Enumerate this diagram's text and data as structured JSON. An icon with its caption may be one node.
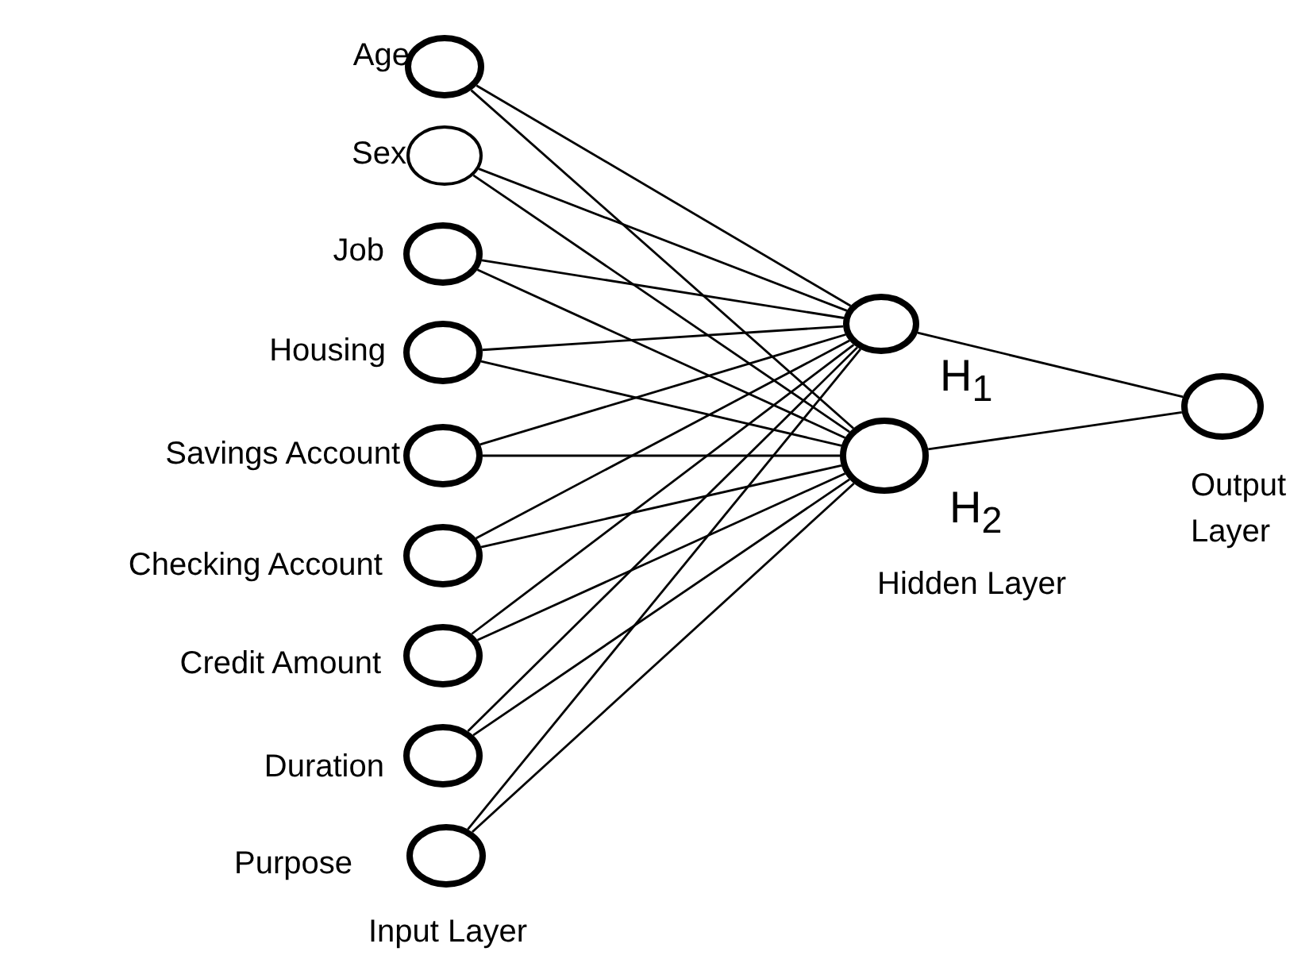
{
  "diagram": {
    "nodes": [
      {
        "text": [],
        "shape": "circle",
        "beside": [
          "Age"
        ]
      },
      {
        "text": [],
        "shape": "circle",
        "beside": [
          "Sex"
        ]
      },
      {
        "text": [],
        "shape": "circle",
        "beside": [
          "Job"
        ]
      },
      {
        "text": [],
        "shape": "circle",
        "beside": [
          "Housing"
        ]
      },
      {
        "text": [],
        "shape": "circle",
        "beside": [
          "Savings Account"
        ]
      },
      {
        "text": [],
        "shape": "circle",
        "beside": [
          "Checking Account"
        ]
      },
      {
        "text": [],
        "shape": "circle",
        "beside": [
          "Credit Amount"
        ]
      },
      {
        "text": [],
        "shape": "circle",
        "beside": [
          "Duration"
        ]
      },
      {
        "text": [],
        "shape": "circle",
        "beside": [
          "Purpose"
        ]
      },
      {
        "text": [],
        "shape": "circle",
        "beside": [
          "H$_{1}$"
        ]
      },
      {
        "text": [],
        "shape": "circle",
        "beside": [
          "H$_{2}$"
        ]
      },
      {
        "text": [],
        "shape": "circle",
        "beside": [
          "Output Layer"
        ]
      }
    ],
    "edges": [
      {
        "from": 0,
        "to": 9,
        "arrow": "none"
      },
      {
        "from": 0,
        "to": 10,
        "arrow": "none"
      },
      {
        "from": 1,
        "to": 9,
        "arrow": "none"
      },
      {
        "from": 1,
        "to": 10,
        "arrow": "none"
      },
      {
        "from": 2,
        "to": 9,
        "arrow": "none"
      },
      {
        "from": 2,
        "to": 10,
        "arrow": "none"
      },
      {
        "from": 3,
        "to": 9,
        "arrow": "none"
      },
      {
        "from": 3,
        "to": 10,
        "arrow": "none"
      },
      {
        "from": 4,
        "to": 9,
        "arrow": "none"
      },
      {
        "from": 4,
        "to": 10,
        "arrow": "none"
      },
      {
        "from": 5,
        "to": 9,
        "arrow": "none"
      },
      {
        "from": 5,
        "to": 10,
        "arrow": "none"
      },
      {
        "from": 6,
        "to": 9,
        "arrow": "none"
      },
      {
        "from": 6,
        "to": 10,
        "arrow": "none"
      },
      {
        "from": 7,
        "to": 9,
        "arrow": "none"
      },
      {
        "from": 7,
        "to": 10,
        "arrow": "none"
      },
      {
        "from": 8,
        "to": 9,
        "arrow": "none"
      },
      {
        "from": 8,
        "to": 10,
        "arrow": "none"
      },
      {
        "from": 9,
        "to": 11,
        "arrow": "none"
      },
      {
        "from": 10,
        "to": 11,
        "arrow": "none"
      }
    ],
    "labels": [
      "Hidden Layer",
      "Input Layer"
    ]
  }
}
